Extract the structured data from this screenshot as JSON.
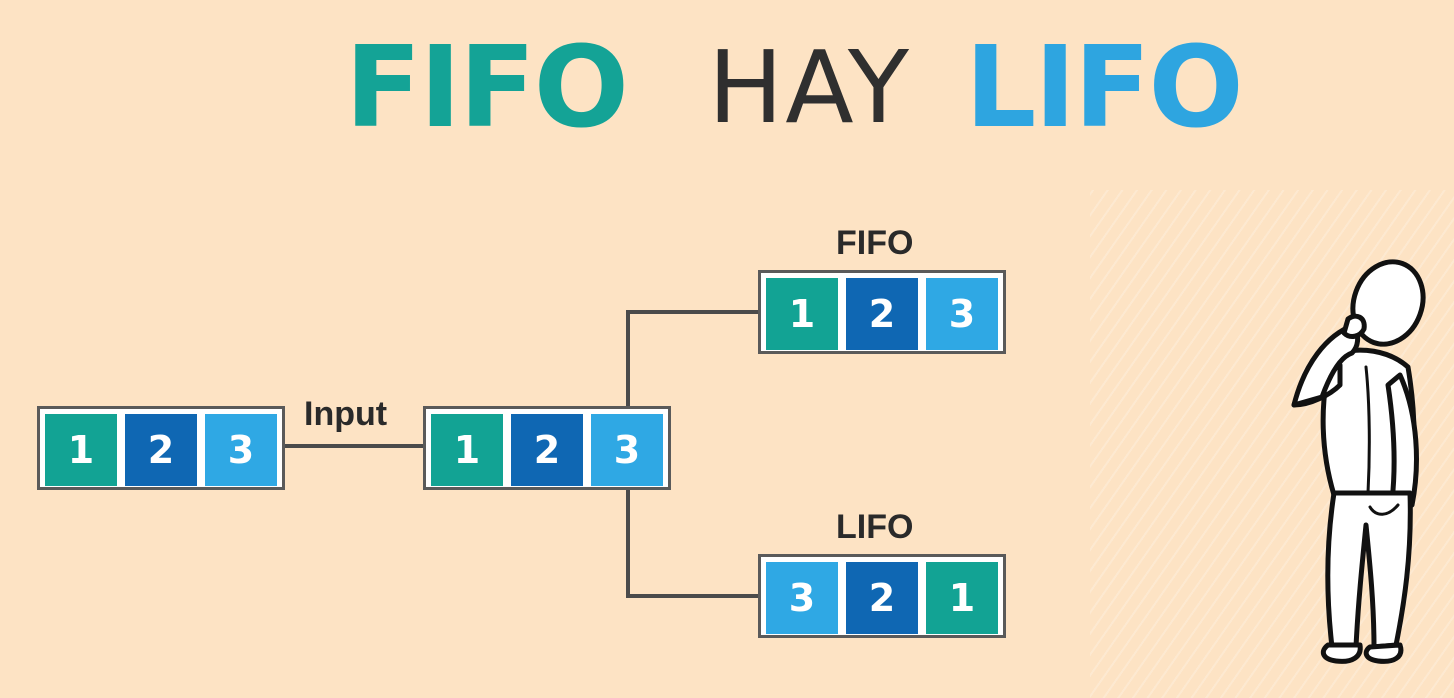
{
  "title": {
    "part1": "FIFO",
    "part2": "HAY",
    "part3": "LIFO"
  },
  "labels": {
    "input": "Input",
    "fifo": "FIFO",
    "lifo": "LIFO"
  },
  "input_queue": [
    "1",
    "2",
    "3"
  ],
  "middle_queue": [
    "1",
    "2",
    "3"
  ],
  "fifo_output": [
    "1",
    "2",
    "3"
  ],
  "lifo_output": [
    "3",
    "2",
    "1"
  ],
  "colors": {
    "teal": "#12a394",
    "dark_blue": "#0f67b3",
    "light_blue": "#2fa8e4",
    "background": "#fde3c4"
  }
}
